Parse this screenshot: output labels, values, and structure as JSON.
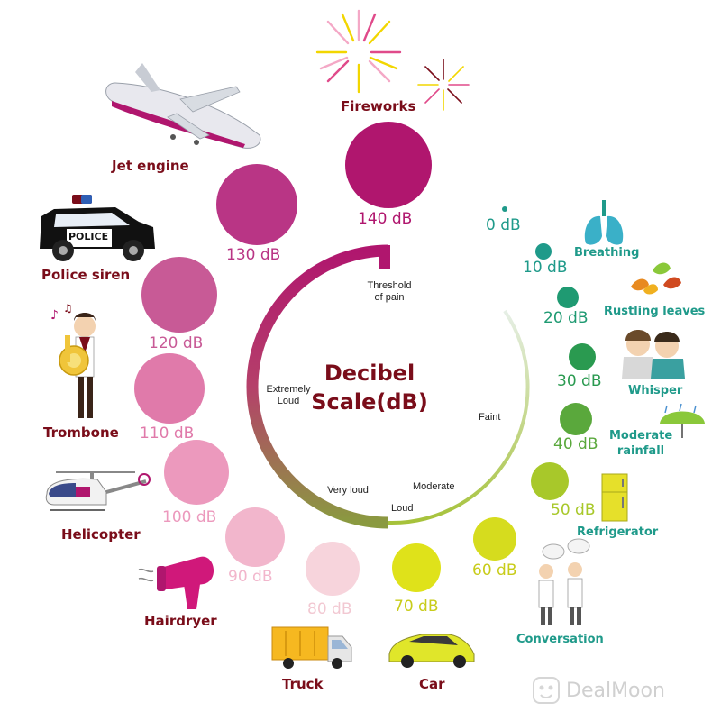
{
  "title_lines": [
    "Decibel",
    "Scale(dB)"
  ],
  "levels": [
    {
      "db": 0,
      "label": "0 dB",
      "source": "",
      "color": "#1f9a8a"
    },
    {
      "db": 10,
      "label": "10 dB",
      "source": "Breathing",
      "color": "#1f9a8a"
    },
    {
      "db": 20,
      "label": "20 dB",
      "source": "Rustling leaves",
      "color": "#1f9a72"
    },
    {
      "db": 30,
      "label": "30 dB",
      "source": "Whisper",
      "color": "#2a9a50"
    },
    {
      "db": 40,
      "label": "40 dB",
      "source": "Moderate rainfall",
      "color": "#5aa83c"
    },
    {
      "db": 50,
      "label": "50 dB",
      "source": "Refrigerator",
      "color": "#a8c82a"
    },
    {
      "db": 60,
      "label": "60 dB",
      "source": "Conversation",
      "color": "#d6dc1e"
    },
    {
      "db": 70,
      "label": "70 dB",
      "source": "Car",
      "color": "#dfe21a"
    },
    {
      "db": 80,
      "label": "80 dB",
      "source": "Truck",
      "color": "#f7d4dc"
    },
    {
      "db": 90,
      "label": "90 dB",
      "source": "Hairdryer",
      "color": "#f2b6cc"
    },
    {
      "db": 100,
      "label": "100 dB",
      "source": "Helicopter",
      "color": "#ec99bd"
    },
    {
      "db": 110,
      "label": "110 dB",
      "source": "Trombone",
      "color": "#e07aaa"
    },
    {
      "db": 120,
      "label": "120 dB",
      "source": "Police siren",
      "color": "#c85a96"
    },
    {
      "db": 130,
      "label": "130 dB",
      "source": "Jet engine",
      "color": "#b93585"
    },
    {
      "db": 140,
      "label": "140 dB",
      "source": "Fireworks",
      "color": "#b0166e"
    }
  ],
  "ring_labels": {
    "threshold": "Threshold of pain",
    "extreme": "Extremely Loud",
    "very_loud": "Very loud",
    "loud": "Loud",
    "moderate": "Moderate",
    "faint": "Faint"
  },
  "police_car_text": "POLICE",
  "watermark": "DealMoon",
  "colors": {
    "dark_red": "#7a0d1a",
    "teal": "#1f9a8a",
    "magenta": "#b0166e",
    "lime": "#dfe21a"
  },
  "icons": [
    "fireworks-icon",
    "airplane-icon",
    "police-car-icon",
    "trombone-player-icon",
    "helicopter-icon",
    "hairdryer-icon",
    "truck-icon",
    "car-icon",
    "conversation-icon",
    "refrigerator-icon",
    "rain-cloud-icon",
    "whisper-people-icon",
    "leaves-icon",
    "lungs-icon",
    "dealmoon-logo-icon"
  ]
}
